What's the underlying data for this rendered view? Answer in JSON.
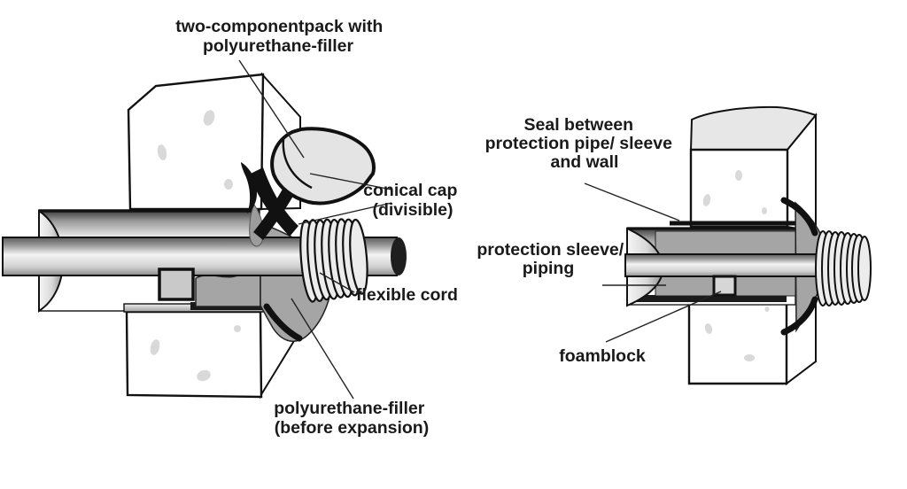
{
  "diagram": {
    "left": {
      "pack": {
        "line1": "two-componentpack with",
        "line2": "polyurethane-filler"
      },
      "cap": {
        "line1": "conical cap",
        "line2": "(divisible)"
      },
      "cord": {
        "line1": "flexible cord"
      },
      "filler": {
        "line1": "polyurethane-filler",
        "line2": "(before expansion)"
      }
    },
    "right": {
      "seal": {
        "line1": "Seal between",
        "line2": "protection pipe/ sleeve",
        "line3": "and wall"
      },
      "sleeve": {
        "line1": "protection sleeve/",
        "line2": "piping"
      },
      "foamblock": {
        "line1": "foamblock"
      }
    },
    "colors": {
      "outline": "#111111",
      "filler_gray": "#a5a5a5",
      "pour_gray": "#9c9c9c",
      "block_top_face": "#e7e7e7",
      "speckle": "#d9d9d9",
      "pack_fill": "#e4e4e4",
      "coil_fill": "#ececec",
      "foamblock_left": "#c9c9c9",
      "foamblock_right": "#d6d6d6",
      "pipe_end_cap": "#1e1e1e",
      "background": "#ffffff"
    }
  }
}
